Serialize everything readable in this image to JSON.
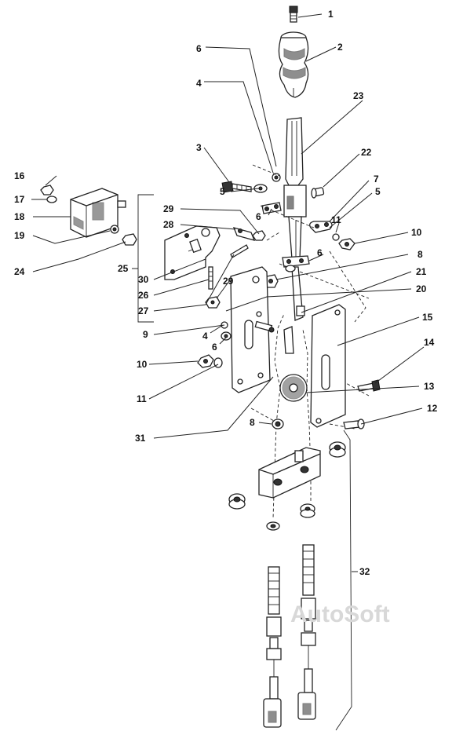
{
  "watermark": "AutoSoft",
  "callouts": [
    "1",
    "2",
    "6",
    "4",
    "23",
    "3",
    "22",
    "7",
    "5",
    "16",
    "17",
    "18",
    "5",
    "6",
    "29",
    "28",
    "11",
    "10",
    "19",
    "24",
    "6",
    "8",
    "25",
    "30",
    "26",
    "29",
    "21",
    "27",
    "20",
    "9",
    "15",
    "4",
    "6",
    "14",
    "10",
    "11",
    "13",
    "12",
    "8",
    "31",
    "32"
  ]
}
